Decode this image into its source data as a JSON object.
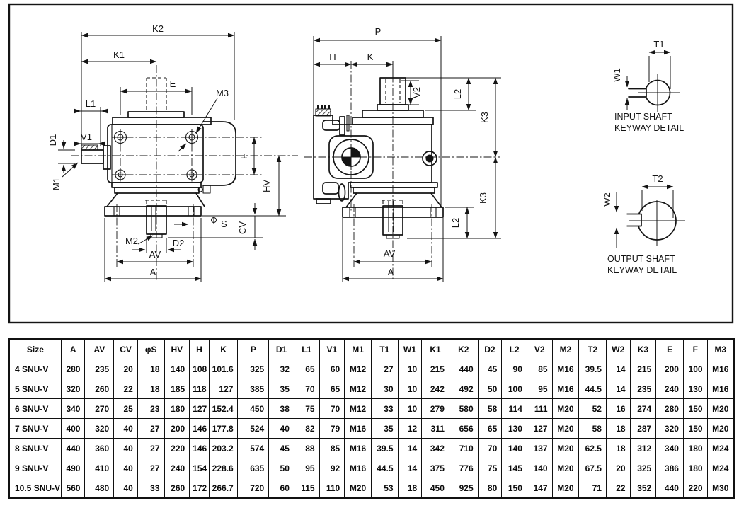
{
  "drawing": {
    "left_view": {
      "labels": {
        "k2": "K2",
        "k1": "K1",
        "e": "E",
        "m3": "M3",
        "l1": "L1",
        "d1": "D1",
        "v1": "V1",
        "m1": "M1",
        "f": "F",
        "hv": "HV",
        "s": "S",
        "cv": "CV",
        "m2": "M2",
        "d2": "D2",
        "av": "AV",
        "a": "A"
      }
    },
    "front_view": {
      "labels": {
        "p": "P",
        "h": "H",
        "k": "K",
        "v2": "V2",
        "l2_top": "L2",
        "k3_top": "K3",
        "k3_bottom": "K3",
        "l2_bottom": "L2",
        "av": "AV",
        "a": "A"
      }
    },
    "input_keyway": {
      "labels": {
        "t1": "T1",
        "w1": "W1"
      },
      "caption_line1": "INPUT SHAFT",
      "caption_line2": "KEYWAY DETAIL"
    },
    "output_keyway": {
      "labels": {
        "t2": "T2",
        "w2": "W2"
      },
      "caption_line1": "OUTPUT SHAFT",
      "caption_line2": "KEYWAY DETAIL"
    }
  },
  "table": {
    "columns": [
      "Size",
      "A",
      "AV",
      "CV",
      "φS",
      "HV",
      "H",
      "K",
      "P",
      "D1",
      "L1",
      "V1",
      "M1",
      "T1",
      "W1",
      "K1",
      "K2",
      "D2",
      "L2",
      "V2",
      "M2",
      "T2",
      "W2",
      "K3",
      "E",
      "F",
      "M3"
    ],
    "rows": [
      [
        "4 SNU-V",
        "280",
        "235",
        "20",
        "18",
        "140",
        "108",
        "101.6",
        "325",
        "32",
        "65",
        "60",
        "M12",
        "27",
        "10",
        "215",
        "440",
        "45",
        "90",
        "85",
        "M16",
        "39.5",
        "14",
        "215",
        "200",
        "100",
        "M16"
      ],
      [
        "5 SNU-V",
        "320",
        "260",
        "22",
        "18",
        "185",
        "118",
        "127",
        "385",
        "35",
        "70",
        "65",
        "M12",
        "30",
        "10",
        "242",
        "492",
        "50",
        "100",
        "95",
        "M16",
        "44.5",
        "14",
        "235",
        "240",
        "130",
        "M16"
      ],
      [
        "6 SNU-V",
        "340",
        "270",
        "25",
        "23",
        "180",
        "127",
        "152.4",
        "450",
        "38",
        "75",
        "70",
        "M12",
        "33",
        "10",
        "279",
        "580",
        "58",
        "114",
        "111",
        "M20",
        "52",
        "16",
        "274",
        "280",
        "150",
        "M20"
      ],
      [
        "7 SNU-V",
        "400",
        "320",
        "40",
        "27",
        "200",
        "146",
        "177.8",
        "524",
        "40",
        "82",
        "79",
        "M16",
        "35",
        "12",
        "311",
        "656",
        "65",
        "130",
        "127",
        "M20",
        "58",
        "18",
        "287",
        "320",
        "150",
        "M20"
      ],
      [
        "8 SNU-V",
        "440",
        "360",
        "40",
        "27",
        "220",
        "146",
        "203.2",
        "574",
        "45",
        "88",
        "85",
        "M16",
        "39.5",
        "14",
        "342",
        "710",
        "70",
        "140",
        "137",
        "M20",
        "62.5",
        "18",
        "312",
        "340",
        "180",
        "M24"
      ],
      [
        "9 SNU-V",
        "490",
        "410",
        "40",
        "27",
        "240",
        "154",
        "228.6",
        "635",
        "50",
        "95",
        "92",
        "M16",
        "44.5",
        "14",
        "375",
        "776",
        "75",
        "145",
        "140",
        "M20",
        "67.5",
        "20",
        "325",
        "386",
        "180",
        "M24"
      ],
      [
        "10.5 SNU-V",
        "560",
        "480",
        "40",
        "33",
        "260",
        "172",
        "266.7",
        "720",
        "60",
        "115",
        "110",
        "M20",
        "53",
        "18",
        "450",
        "925",
        "80",
        "150",
        "147",
        "M20",
        "71",
        "22",
        "352",
        "440",
        "220",
        "M30"
      ]
    ]
  }
}
